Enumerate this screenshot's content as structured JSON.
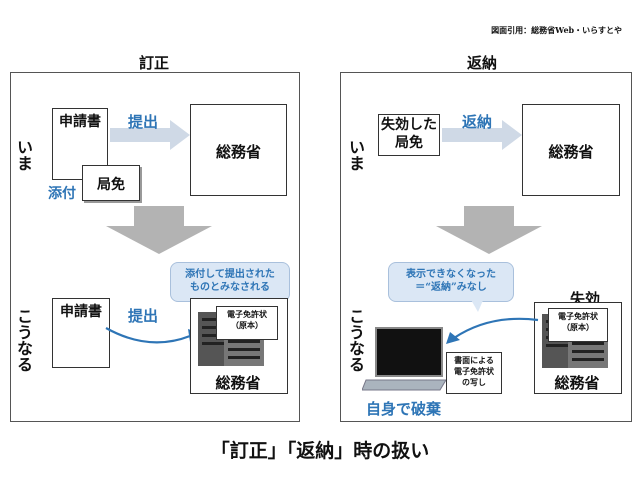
{
  "credit": "図面引用：総務省Web・いらすとや",
  "title": "「訂正」「返納」時の扱い",
  "left_panel": {
    "heading": "訂正",
    "now_label": "いま",
    "after_label": "こうなる",
    "doc_application": "申請書",
    "doc_license": "局免",
    "attach_label": "添付",
    "submit_label": "提出",
    "ministry": "総務省",
    "bubble": "添付して提出された\nものとみなされる",
    "after_doc": "申請書",
    "after_submit": "提出",
    "card": "電子免許状\n（原本）",
    "after_ministry": "総務省"
  },
  "right_panel": {
    "heading": "返納",
    "now_label": "いま",
    "after_label": "こうなる",
    "expired_license": "失効した\n局免",
    "return_label": "返納",
    "ministry": "総務省",
    "bubble": "表示できなくなった\n＝“返納”みなし",
    "expired_label": "失効",
    "card": "電子免許状\n（原本）",
    "after_ministry": "総務省",
    "screen_card": "書面による\n電子免許状\nの写し",
    "discard_label": "自身で破棄"
  },
  "colors": {
    "accent": "#2e75b6",
    "bubble_fill": "#dbe7f5",
    "arrow_gray": "#b3b3b3",
    "arrow_light": "#cfd9e6"
  }
}
